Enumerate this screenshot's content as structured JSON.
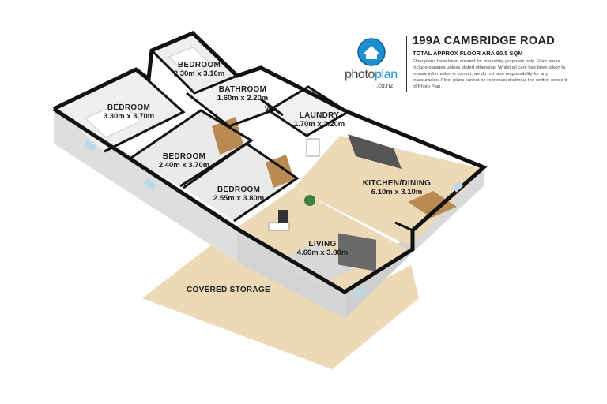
{
  "header": {
    "title": "199A CAMBRIDGE ROAD",
    "subtitle": "TOTAL APPROX FLOOR ARA 90.5 SQM",
    "disclaimer": "Floor plans have been created for marketing purposes only. Floor areas include garages unless stated otherwise. Whilst all care has been taken to ensure information is correct, we do not take responsibility for any inaccuracies. Floor plans cannot be reproduced without the written consent of Photo Plan."
  },
  "logo": {
    "brand_part1": "photo",
    "brand_part2": "plan",
    "domain": ".co.nz",
    "icon": "house-icon"
  },
  "rooms": [
    {
      "name": "BEDROOM",
      "dims": "2.30m x 3.10m"
    },
    {
      "name": "BATHROOM",
      "dims": "1.60m x 2.20m"
    },
    {
      "name": "BEDROOM",
      "dims": "3.30m x 3.70m"
    },
    {
      "name": "WC",
      "dims": ""
    },
    {
      "name": "LAUNDRY",
      "dims": "1.70m x 2.20m"
    },
    {
      "name": "BEDROOM",
      "dims": "2.40m x 3.70m"
    },
    {
      "name": "KITCHEN/DINING",
      "dims": "6.10m x 3.10m"
    },
    {
      "name": "BEDROOM",
      "dims": "2.55m x 3.80m"
    },
    {
      "name": "LIVING",
      "dims": "4.60m x 3.80m"
    }
  ],
  "covered_storage": "COVERED STORAGE",
  "colors": {
    "floor_beige": "#ecd9b6",
    "wall_black": "#111111",
    "wall_face": "#e4e4e4",
    "accent_blue": "#1c8fd0"
  }
}
